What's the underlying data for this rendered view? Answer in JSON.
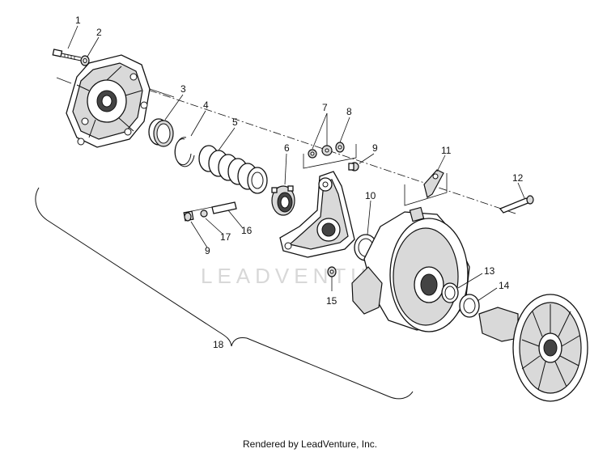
{
  "diagram": {
    "callouts": [
      {
        "id": "c1",
        "label": "1"
      },
      {
        "id": "c2",
        "label": "2"
      },
      {
        "id": "c3",
        "label": "3"
      },
      {
        "id": "c4",
        "label": "4"
      },
      {
        "id": "c5",
        "label": "5"
      },
      {
        "id": "c6",
        "label": "6"
      },
      {
        "id": "c7",
        "label": "7"
      },
      {
        "id": "c8",
        "label": "8"
      },
      {
        "id": "c9a",
        "label": "9"
      },
      {
        "id": "c9b",
        "label": "9"
      },
      {
        "id": "c10",
        "label": "10"
      },
      {
        "id": "c11",
        "label": "11"
      },
      {
        "id": "c12",
        "label": "12"
      },
      {
        "id": "c13",
        "label": "13"
      },
      {
        "id": "c14",
        "label": "14"
      },
      {
        "id": "c15",
        "label": "15"
      },
      {
        "id": "c16",
        "label": "16"
      },
      {
        "id": "c17",
        "label": "17"
      },
      {
        "id": "c18",
        "label": "18"
      }
    ],
    "watermark": "LEADVENTURE",
    "credit": "Rendered by LeadVenture, Inc."
  }
}
